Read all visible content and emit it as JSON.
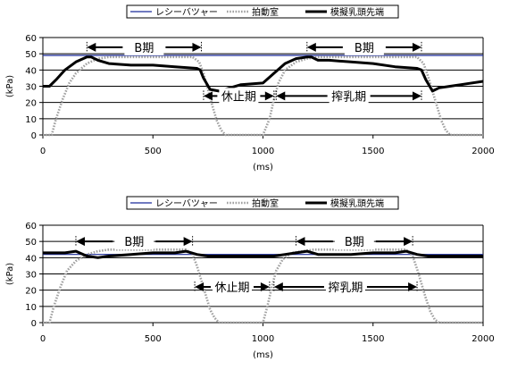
{
  "chart_data": [
    {
      "type": "line",
      "xlabel": "(ms)",
      "ylabel": "(kPa)",
      "xlim": [
        0,
        2000
      ],
      "ylim": [
        0,
        60
      ],
      "x_ticks": [
        "0",
        "500",
        "1000",
        "1500",
        "2000"
      ],
      "y_ticks": [
        "0",
        "10",
        "20",
        "30",
        "40",
        "50",
        "60"
      ],
      "grid": "horizontal",
      "legend": {
        "placement": "top-center",
        "items": [
          "レシーバツャー",
          "拍動室",
          "模擬乳頭先端"
        ]
      },
      "series": [
        {
          "name": "レシーバツャー",
          "color": "#1a2a9a",
          "style": "solid-thin",
          "x": [
            0,
            2000
          ],
          "y": [
            49,
            49
          ]
        },
        {
          "name": "拍動室",
          "color": "#a0a0a0",
          "style": "dotted",
          "x": [
            0,
            40,
            60,
            90,
            120,
            150,
            200,
            250,
            300,
            400,
            500,
            600,
            680,
            710,
            730,
            750,
            770,
            790,
            810,
            830,
            1000,
            1030,
            1050,
            1070,
            1100,
            1150,
            1200,
            1250,
            1300,
            1400,
            1500,
            1600,
            1700,
            1730,
            1750,
            1770,
            1790,
            1810,
            1830,
            1850,
            2000
          ],
          "y": [
            0,
            0,
            10,
            22,
            32,
            38,
            44,
            47,
            48,
            48,
            48,
            48,
            48,
            45,
            38,
            28,
            18,
            9,
            3,
            0,
            0,
            10,
            22,
            32,
            40,
            45,
            47,
            48,
            48,
            48,
            48,
            48,
            48,
            44,
            36,
            27,
            18,
            9,
            3,
            0,
            0
          ]
        },
        {
          "name": "模擬乳頭先端",
          "color": "#000000",
          "style": "solid-thick",
          "x": [
            0,
            30,
            60,
            100,
            150,
            200,
            220,
            250,
            300,
            400,
            500,
            600,
            700,
            715,
            730,
            760,
            800,
            850,
            900,
            1000,
            1050,
            1100,
            1150,
            1200,
            1220,
            1250,
            1300,
            1400,
            1500,
            1600,
            1700,
            1720,
            1740,
            1770,
            1800,
            1850,
            1900,
            2000
          ],
          "y": [
            30,
            30,
            34,
            40,
            45,
            48,
            48,
            46,
            44,
            43,
            43,
            42,
            41,
            40,
            35,
            28,
            27,
            29,
            31,
            32,
            38,
            44,
            47,
            48,
            48,
            46,
            46,
            45,
            44,
            42,
            41,
            40,
            34,
            27,
            29,
            30,
            31,
            33
          ]
        }
      ],
      "annotations": [
        {
          "label": "B期",
          "x0": 200,
          "x1": 720,
          "y": 54
        },
        {
          "label": "休止期",
          "x0": 730,
          "x1": 1050,
          "y": 24
        },
        {
          "label": "B期",
          "x0": 1200,
          "x1": 1720,
          "y": 54
        },
        {
          "label": "搾乳期",
          "x0": 1060,
          "x1": 1720,
          "y": 24
        }
      ]
    },
    {
      "type": "line",
      "xlabel": "(ms)",
      "ylabel": "(kPa)",
      "xlim": [
        0,
        2000
      ],
      "ylim": [
        0,
        60
      ],
      "x_ticks": [
        "0",
        "500",
        "1000",
        "1500",
        "2000"
      ],
      "y_ticks": [
        "0",
        "10",
        "20",
        "30",
        "40",
        "50",
        "60"
      ],
      "grid": "horizontal",
      "legend": {
        "placement": "top-center",
        "items": [
          "レシーバツャー",
          "拍動室",
          "模擬乳頭先端"
        ]
      },
      "series": [
        {
          "name": "レシーバツャー",
          "color": "#1a2a9a",
          "style": "solid-thin",
          "x": [
            0,
            2000
          ],
          "y": [
            42,
            42
          ]
        },
        {
          "name": "拍動室",
          "color": "#a0a0a0",
          "style": "dotted",
          "x": [
            0,
            30,
            50,
            80,
            110,
            150,
            200,
            250,
            300,
            400,
            500,
            600,
            650,
            680,
            700,
            720,
            740,
            760,
            780,
            800,
            1000,
            1020,
            1040,
            1060,
            1090,
            1130,
            1180,
            1230,
            1300,
            1400,
            1500,
            1600,
            1650,
            1680,
            1700,
            1720,
            1740,
            1760,
            1780,
            1800,
            2000
          ],
          "y": [
            0,
            0,
            10,
            22,
            32,
            38,
            42,
            44,
            45,
            45,
            45,
            45,
            45,
            42,
            35,
            26,
            17,
            8,
            3,
            0,
            0,
            10,
            22,
            32,
            39,
            43,
            44,
            45,
            45,
            45,
            45,
            45,
            45,
            41,
            33,
            24,
            15,
            7,
            2,
            0,
            0
          ]
        },
        {
          "name": "模擬乳頭先端",
          "color": "#000000",
          "style": "solid-thick",
          "x": [
            0,
            100,
            150,
            200,
            250,
            300,
            400,
            500,
            600,
            650,
            700,
            750,
            800,
            1000,
            1050,
            1100,
            1150,
            1200,
            1250,
            1300,
            1400,
            1500,
            1600,
            1650,
            1700,
            1750,
            1800,
            2000
          ],
          "y": [
            43,
            43,
            44,
            41,
            40,
            41,
            42,
            43,
            43,
            44,
            42,
            41,
            41,
            41,
            41,
            42,
            43,
            44,
            42,
            42,
            42,
            43,
            43,
            44,
            42,
            41,
            41,
            41
          ]
        }
      ],
      "annotations": [
        {
          "label": "B期",
          "x0": 150,
          "x1": 680,
          "y": 50
        },
        {
          "label": "休止期",
          "x0": 690,
          "x1": 1030,
          "y": 22
        },
        {
          "label": "B期",
          "x0": 1150,
          "x1": 1680,
          "y": 50
        },
        {
          "label": "搾乳期",
          "x0": 1050,
          "x1": 1700,
          "y": 22
        }
      ]
    }
  ]
}
